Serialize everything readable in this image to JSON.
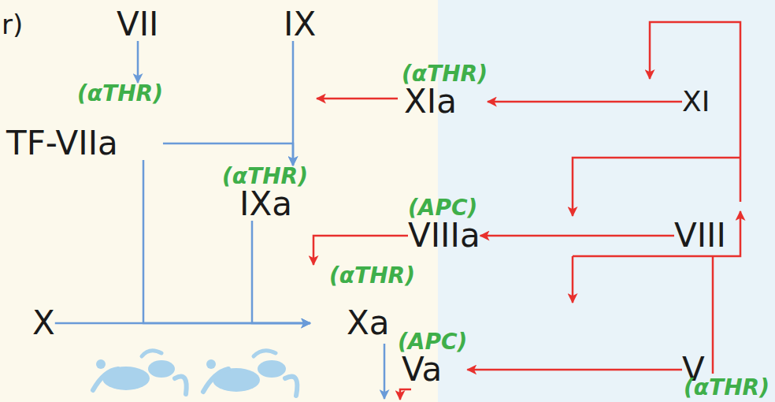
{
  "diagram": {
    "nodes": [
      {
        "text": [
          "VII"
        ]
      },
      {
        "text": [
          "IX"
        ]
      },
      {
        "text": [
          "(αTHR)",
          "XIa"
        ]
      },
      {
        "text": [
          "XI"
        ]
      },
      {
        "text": [
          "(αTHR)",
          "TF-VIIa"
        ]
      },
      {
        "text": [
          "(αTHR)",
          "IXa"
        ]
      },
      {
        "text": [
          "(APC)",
          "VIIIa"
        ]
      },
      {
        "text": [
          "VIII"
        ]
      },
      {
        "text": [
          "X"
        ]
      },
      {
        "text": [
          "(αTHR)",
          "Xa"
        ]
      },
      {
        "text": [
          "(APC)",
          "Va"
        ]
      },
      {
        "text": [
          "V"
        ]
      }
    ],
    "edges": [
      {
        "from": 0,
        "to": 4,
        "arrow": "to"
      },
      {
        "from": 1,
        "to": 5,
        "arrow": "to"
      },
      {
        "from": 4,
        "to": 5,
        "arrow": "to"
      },
      {
        "from": 4,
        "to": 9,
        "arrow": "to"
      },
      {
        "from": 5,
        "to": 9,
        "arrow": "to"
      },
      {
        "from": 8,
        "to": 9,
        "arrow": "to"
      },
      {
        "from": 3,
        "to": 2,
        "arrow": "to"
      },
      {
        "from": 7,
        "to": 6,
        "arrow": "to"
      },
      {
        "from": 11,
        "to": 10,
        "arrow": "to"
      },
      {
        "from": 6,
        "to": 9,
        "arrow": "to"
      }
    ],
    "labels": [
      "r)",
      "(αTHR)"
    ]
  }
}
